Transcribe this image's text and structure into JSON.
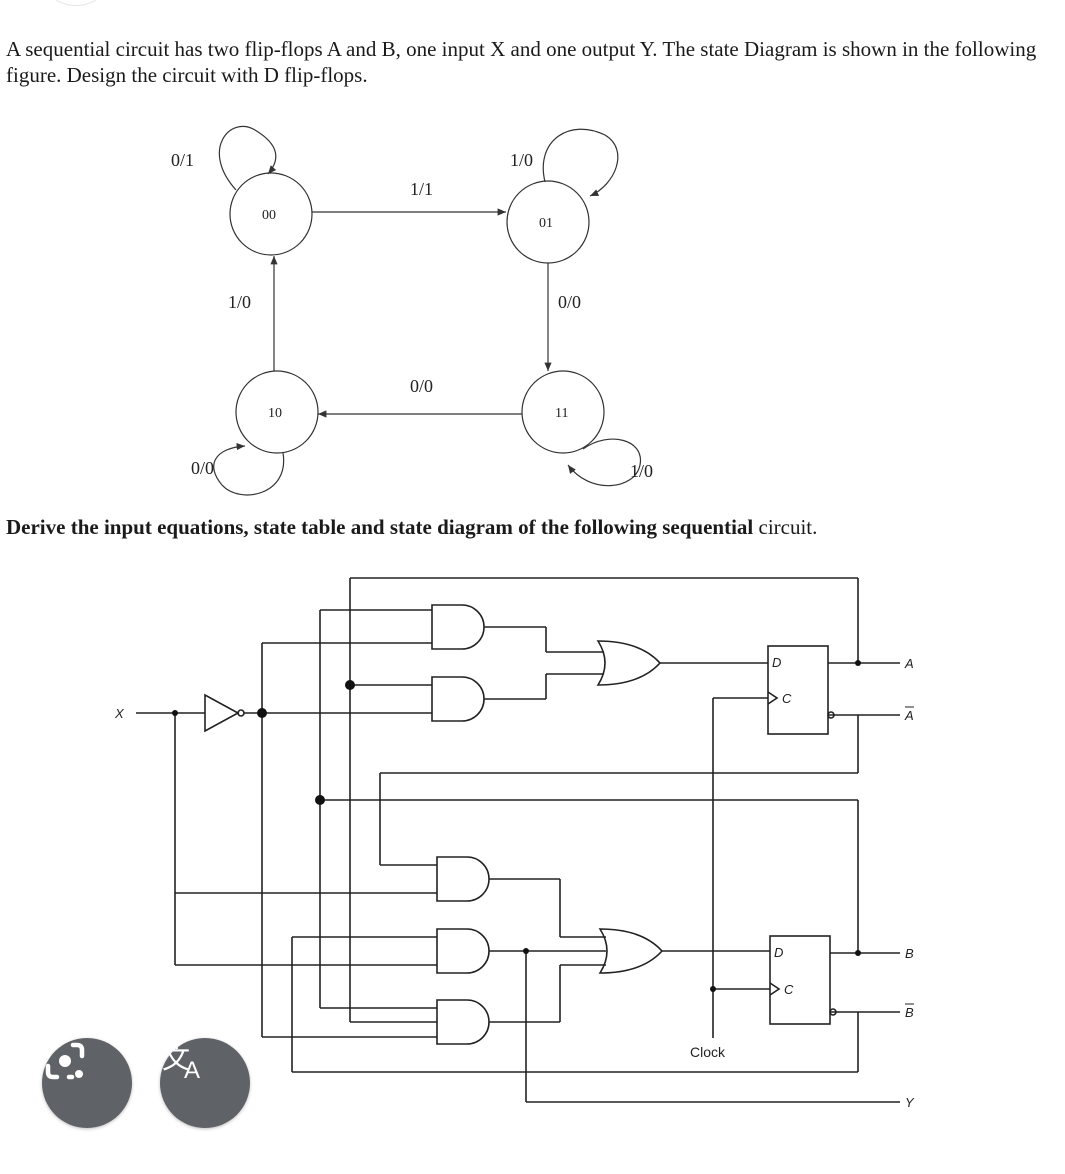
{
  "question_text": "A sequential circuit has two flip-flops A and B, one input X and one output Y. The state Diagram is shown in the following figure. Design the circuit with D flip-flops.",
  "state_diagram": {
    "states": [
      "00",
      "01",
      "10",
      "11"
    ],
    "transitions": {
      "s00_self": "0/1",
      "s00_to_01": "1/1",
      "s01_self": "1/0",
      "s01_to_11": "0/0",
      "s11_self": "1/0",
      "s11_to_10": "0/0",
      "s10_self": "0/0",
      "s10_to_00": "1/0"
    }
  },
  "prompt": {
    "bold": "Derive the input equations, state table and state diagram of the following sequential",
    "normal": " circuit."
  },
  "circuit": {
    "input_x": "X",
    "output_a": "A",
    "output_a_bar": "A",
    "output_b": "B",
    "output_b_bar": "B",
    "output_y": "Y",
    "clock": "Clock",
    "ff_d": "D",
    "ff_c": "C"
  },
  "buttons": [
    {
      "name": "google-lens",
      "icon": "lens-camera-icon"
    },
    {
      "name": "translate",
      "icon": "translate-icon"
    }
  ]
}
